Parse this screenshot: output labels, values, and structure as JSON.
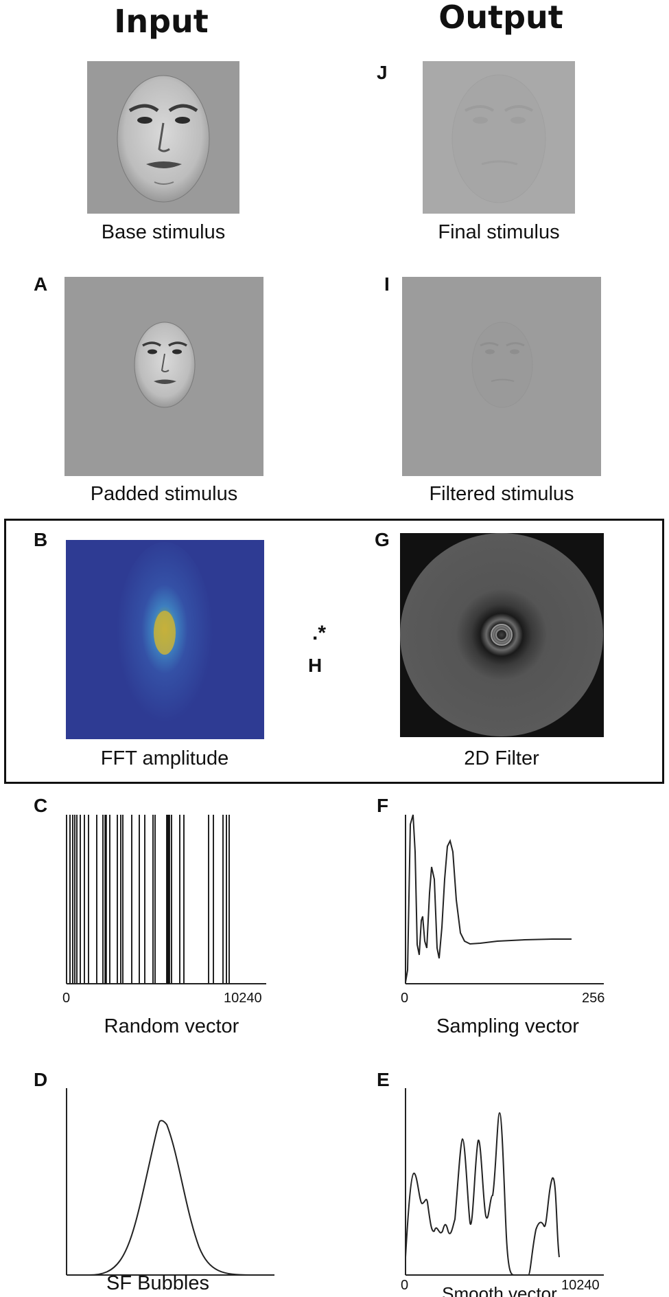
{
  "headers": {
    "input": "Input",
    "output": "Output"
  },
  "letters": {
    "a": "A",
    "b": "B",
    "c": "C",
    "d": "D",
    "e": "E",
    "f": "F",
    "g": "G",
    "h": "H",
    "i": "I",
    "j": "J"
  },
  "captions": {
    "base": "Base stimulus",
    "final": "Final stimulus",
    "padded": "Padded stimulus",
    "filtered": "Filtered stimulus",
    "fft": "FFT amplitude",
    "filter2d": "2D Filter",
    "random": "Random vector",
    "sampling": "Sampling vector",
    "bubbles": "SF Bubbles",
    "smooth": "Smooth vector"
  },
  "operator": {
    "symbol": ".*"
  },
  "ticks": {
    "random": {
      "min": "0",
      "max": "10240"
    },
    "sampling": {
      "min": "0",
      "max": "256"
    },
    "smooth": {
      "min": "0",
      "max": "10240"
    }
  },
  "colors": {
    "stimulus_bg": "#9a9a9a",
    "final_bg": "#a9a9a9",
    "fft_bg": "#2e3b93",
    "fft_peak": "#c9b23a",
    "filter_bg": "#111111",
    "filter_disc": "#555555"
  }
}
